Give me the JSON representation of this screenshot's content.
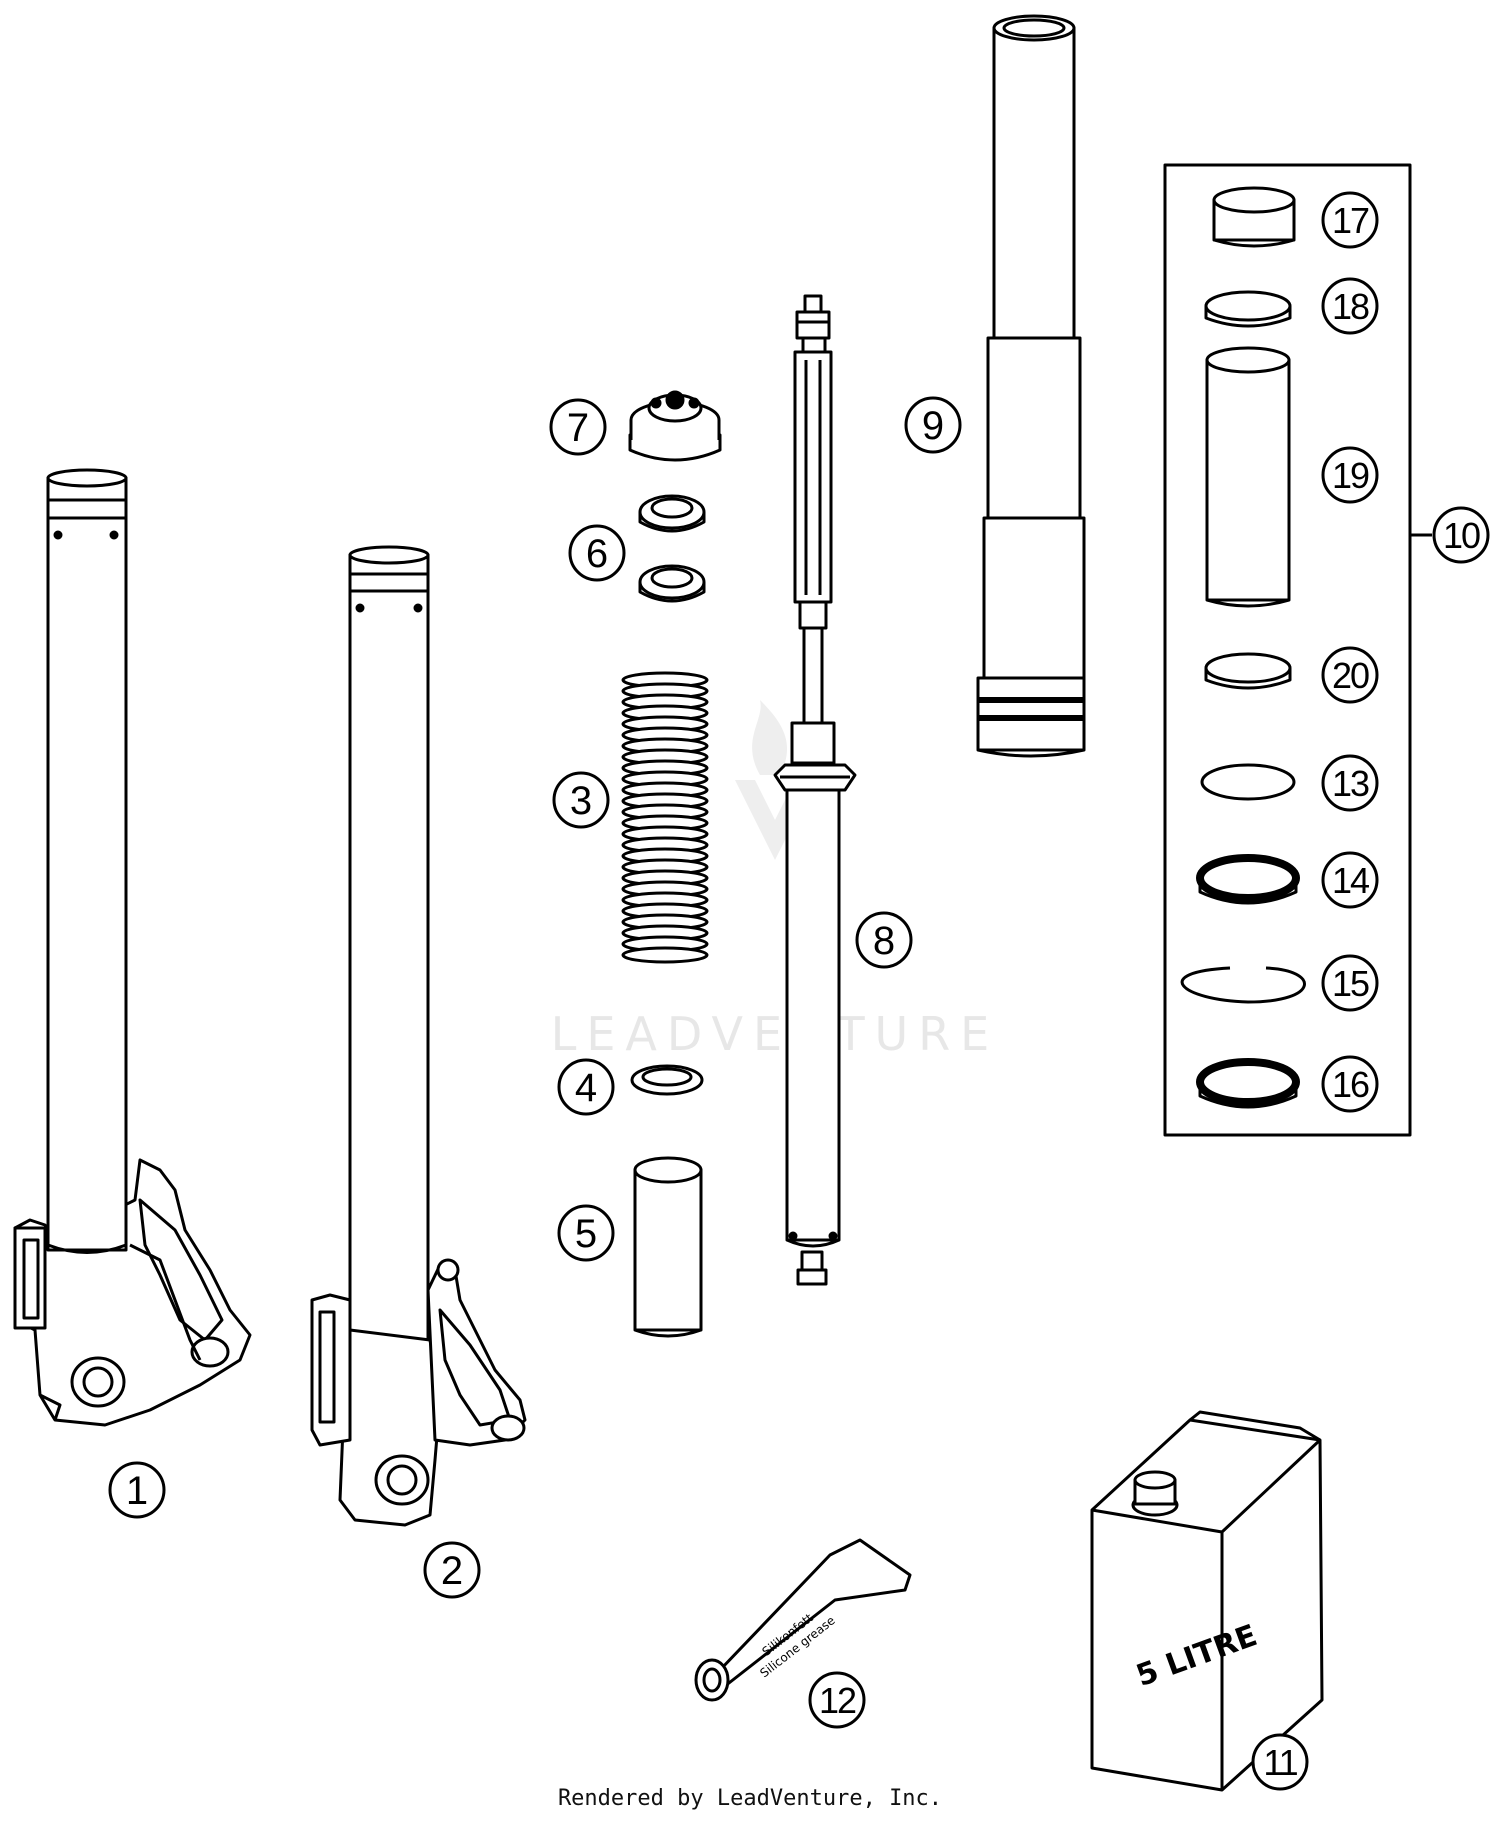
{
  "callouts": {
    "c1": "1",
    "c2": "2",
    "c3": "3",
    "c4": "4",
    "c5": "5",
    "c6": "6",
    "c7": "7",
    "c8": "8",
    "c9": "9",
    "c10": "10",
    "c11": "11",
    "c12": "12",
    "c13": "13",
    "c14": "14",
    "c15": "15",
    "c16": "16",
    "c17": "17",
    "c18": "18",
    "c19": "19",
    "c20": "20"
  },
  "canister_label": "5 LITRE",
  "tube_label_line1": "Silikonfett",
  "tube_label_line2": "Silicone grease",
  "watermark": "LEADVENTURE",
  "footer": "Rendered by LeadVenture, Inc."
}
